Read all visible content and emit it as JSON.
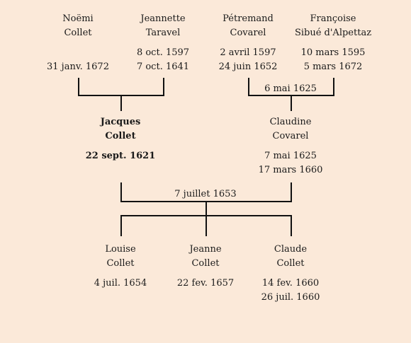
{
  "people": {
    "noemi": {
      "first": "Noëmi",
      "last": "Collet",
      "dates": [
        "",
        "31 janv. 1672"
      ]
    },
    "jeannette": {
      "first": "Jeannette",
      "last": "Taravel",
      "dates": [
        "8 oct. 1597",
        "7 oct. 1641"
      ]
    },
    "petremand": {
      "first": "Pétremand",
      "last": "Covarel",
      "dates": [
        "2 avril 1597",
        "24 juin 1652"
      ]
    },
    "francoise": {
      "first": "Françoise",
      "last": "Sibué d'Alpettaz",
      "dates": [
        "10 mars 1595",
        "5 mars 1672"
      ]
    },
    "jacques": {
      "first": "Jacques",
      "last": "Collet",
      "dates": [
        "22 sept. 1621"
      ]
    },
    "claudine": {
      "first": "Claudine",
      "last": "Covarel",
      "dates": [
        "7 mai 1625",
        "17 mars 1660"
      ]
    },
    "louise": {
      "first": "Louise",
      "last": "Collet",
      "dates": [
        "4 juil. 1654"
      ]
    },
    "jeanne": {
      "first": "Jeanne",
      "last": "Collet",
      "dates": [
        "22 fev. 1657"
      ]
    },
    "claude": {
      "first": "Claude",
      "last": "Collet",
      "dates": [
        "14 fev. 1660",
        "26 juil. 1660"
      ]
    }
  },
  "marriages": {
    "covarel_sibue": "6 mai 1625",
    "collet_covarel": "7 juillet 1653"
  }
}
